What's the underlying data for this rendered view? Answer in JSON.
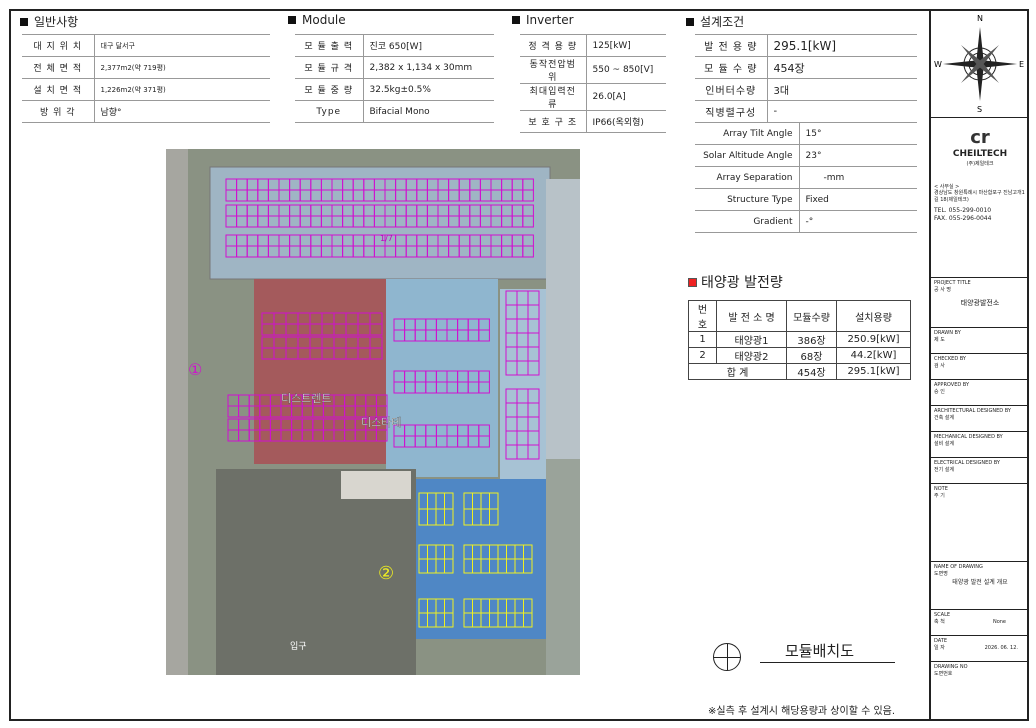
{
  "general": {
    "heading": "일반사항",
    "rows": [
      {
        "label": "대 지 위 치",
        "value": "대구 달서구"
      },
      {
        "label": "전 체 면 적",
        "value": "2,377m2(약 719평)"
      },
      {
        "label": "설 치 면 적",
        "value": "1,226m2(약 371평)"
      },
      {
        "label": "방 위 각",
        "value": "남향°"
      }
    ]
  },
  "module": {
    "heading": "Module",
    "rows": [
      {
        "label": "모 듈 출 력",
        "value": "진코 650[W]"
      },
      {
        "label": "모 듈 규 격",
        "value": "2,382 x 1,134 x 30mm"
      },
      {
        "label": "모 듈 중 량",
        "value": "32.5kg±0.5%"
      },
      {
        "label": "Type",
        "value": "Bifacial Mono"
      }
    ]
  },
  "inverter": {
    "heading": "Inverter",
    "rows": [
      {
        "label": "정 격 용 량",
        "value": "125[kW]"
      },
      {
        "label": "동작전압범위",
        "value": "550 ~ 850[V]"
      },
      {
        "label": "최대입력전류",
        "value": "26.0[A]"
      },
      {
        "label": "보 호 구 조",
        "value": "IP66(옥외형)"
      }
    ]
  },
  "design": {
    "heading": "설계조건",
    "rows": [
      {
        "label": "발 전 용 량",
        "value": "295.1[kW]"
      },
      {
        "label": "모 듈 수 량",
        "value": "454장"
      },
      {
        "label": "인버터수량",
        "value": "3대"
      },
      {
        "label": "직병렬구성",
        "value": "-"
      },
      {
        "label": "Array Tilt Angle",
        "value": "15°"
      },
      {
        "label": "Solar Altitude Angle",
        "value": "23°"
      },
      {
        "label": "Array Separation",
        "value": "-mm"
      },
      {
        "label": "Structure Type",
        "value": "Fixed"
      },
      {
        "label": "Gradient",
        "value": "-°"
      }
    ]
  },
  "generation": {
    "title": "태양광 발전량",
    "headers": [
      "번 호",
      "발 전 소 명",
      "모듈수량",
      "설치용량"
    ],
    "rows": [
      [
        "1",
        "태양광1",
        "386장",
        "250.9[kW]"
      ],
      [
        "2",
        "태양광2",
        "68장",
        "44.2[kW]"
      ]
    ],
    "total": {
      "label": "합 계",
      "qty": "454장",
      "cap": "295.1[kW]"
    }
  },
  "map": {
    "label_area1": "①",
    "label_area2": "②",
    "text_hq": "디스트렌트",
    "text_dst": "디스타테",
    "text_entry": "입구",
    "text_top": "1/7",
    "colors": {
      "area1": "#d010d0",
      "area2": "#f0f020"
    }
  },
  "layout_title": "모듈배치도",
  "note": "※실측 후 설계시 해당용량과 상이할 수 있음.",
  "title_block": {
    "compass": {
      "n": "N",
      "s": "S",
      "e": "E",
      "w": "W"
    },
    "company": "CHEILTECH",
    "company_sub": "(주)제일테크",
    "office_label": "< 사무실 >",
    "address": "경상남도 창원특례시 마산합포구 진남고개1길 18(제일테크)",
    "tel": "TEL. 055-299-0010",
    "fax": "FAX. 055-296-0044",
    "project_title_label": "PROJECT TITLE",
    "project_title_ko": "공 사 명",
    "project_title": "태양광발전소",
    "drawn_label": "DRAWN BY",
    "drawn_ko": "제 도",
    "checked_label": "CHECKED BY",
    "checked_ko": "검 사",
    "approved_label": "APPROVED BY",
    "approved_ko": "승 인",
    "arch_label": "ARCHITECTURAL DESIGNED BY",
    "arch_ko": "건축 설계",
    "mech_label": "MECHANICAL DESIGNED BY",
    "mech_ko": "설비 설계",
    "elec_label": "ELECTRICAL DESIGNED BY",
    "elec_ko": "전기 설계",
    "note_label": "NOTE",
    "note_ko": "주 기",
    "drawing_name_label": "NAME OF DRAWING",
    "drawing_name_ko": "도면명",
    "drawing_name": "태양광 발전 설계 개요",
    "scale_label": "SCALE",
    "scale_ko": "축 척",
    "scale": "None",
    "date_label": "DATE",
    "date_ko": "일 자",
    "date": "2026. 06. 12.",
    "drawing_no_label": "DRAWING NO",
    "drawing_no_ko": "도면번호"
  }
}
